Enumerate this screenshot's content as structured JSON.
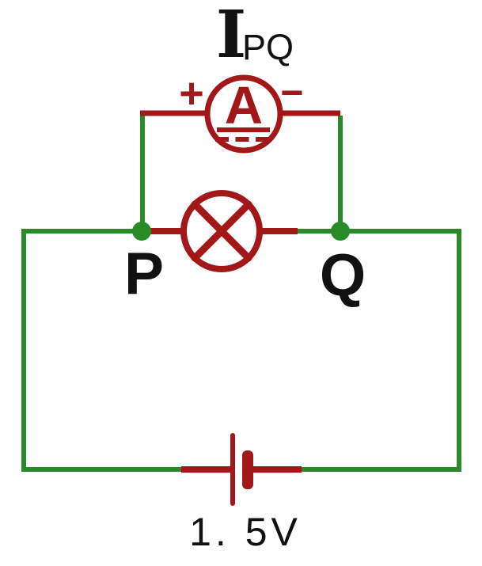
{
  "colors": {
    "background": "#ffffff",
    "wire_green": "#288b28",
    "wire_red": "#a21818",
    "text": "#111111"
  },
  "diagram": {
    "current_label": {
      "symbol": "I",
      "subscript": "PQ"
    },
    "ammeter": {
      "letter": "A",
      "positive_sign": "+",
      "negative_sign": "−"
    },
    "nodes": {
      "p": "P",
      "q": "Q"
    },
    "battery": {
      "voltage_label": "1. 5V"
    }
  }
}
